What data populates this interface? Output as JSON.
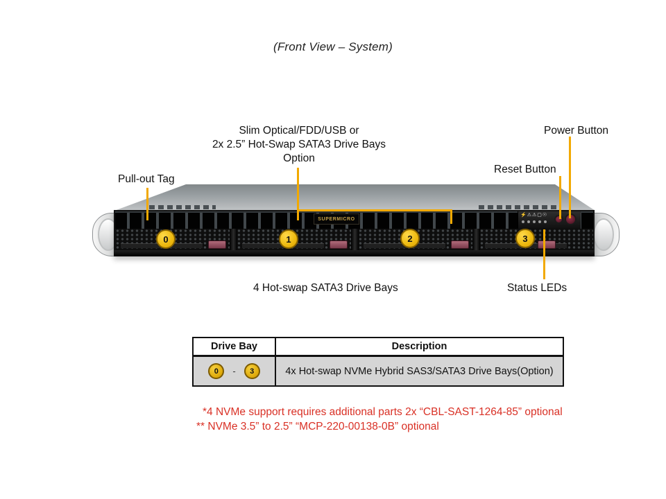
{
  "page": {
    "title": "(Front View – System)"
  },
  "callouts": {
    "slim_optical": {
      "line1": "Slim Optical/FDD/USB or",
      "line2": "2x 2.5” Hot-Swap SATA3 Drive Bays",
      "line3": "Option"
    },
    "power_button": {
      "label": "Power Button"
    },
    "reset_button": {
      "label": "Reset Button"
    },
    "pull_out_tag": {
      "label": "Pull-out Tag"
    },
    "hot_swap_bays": {
      "label": "4 Hot-swap SATA3 Drive Bays"
    },
    "status_leds": {
      "label": "Status LEDs"
    }
  },
  "server": {
    "brand_logo": "SUPERMICRO",
    "bay_numbers": [
      "0",
      "1",
      "2",
      "3"
    ],
    "panel_icon_glyphs": "⚡⚠⚠▢☉"
  },
  "table": {
    "headers": [
      "Drive Bay",
      "Description"
    ],
    "row": {
      "bay_start": "0",
      "separator": "-",
      "bay_end": "3",
      "description": "4x Hot-swap NVMe Hybrid SAS3/SATA3 Drive Bays(Option)"
    }
  },
  "footnotes": {
    "line1": "*4 NVMe support requires additional parts 2x “CBL-SAST-1264-85” optional",
    "line2": "** NVMe 3.5” to 2.5” “MCP-220-00138-0B” optional"
  },
  "colors": {
    "callout_line": "#F2A900",
    "bay_badge_fill": "#EDB90F",
    "bay_badge_border": "#8A6500",
    "footnote_red": "#D93025",
    "table_row_bg": "#D5D5D5"
  }
}
